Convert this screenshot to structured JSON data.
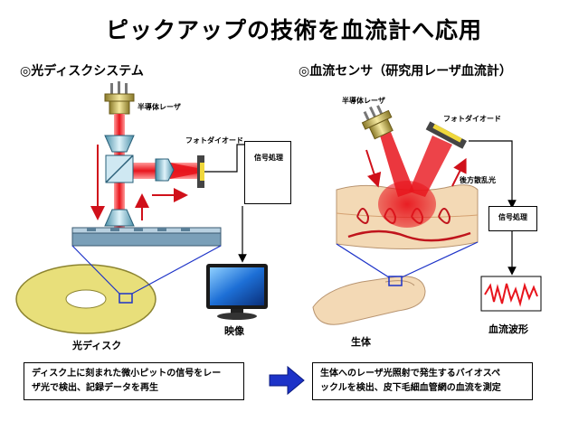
{
  "title": "ピックアップの技術を血流計へ応用",
  "left": {
    "heading": "◎光ディスクシステム",
    "semiconductor_laser": "半導体レーザ",
    "photodiode": "フォトダイオード",
    "signal_processing": "信号処理",
    "disc_label": "光ディスク",
    "video_label": "映像",
    "note_line1": "ディスク上に刻まれた微小ピットの信号をレー",
    "note_line2": "ザ光で検出、記録データを再生"
  },
  "right": {
    "heading": "◎血流センサ（研究用レーザ血流計）",
    "semiconductor_laser": "半導体レーザ",
    "photodiode": "フォトダイオード",
    "backscatter": "後方散乱光",
    "signal_processing": "信号処理",
    "body_label": "生体",
    "waveform_label": "血流波形",
    "note_line1": "生体へのレーザ光照射で発生するバイオスペ",
    "note_line2": "ックルを検出、皮下毛細血管網の血流を測定"
  },
  "colors": {
    "laser": "#e8141c",
    "disc": "#e8df7a",
    "arrow_blue": "#1d33c8",
    "skin": "#f3d9b5"
  }
}
